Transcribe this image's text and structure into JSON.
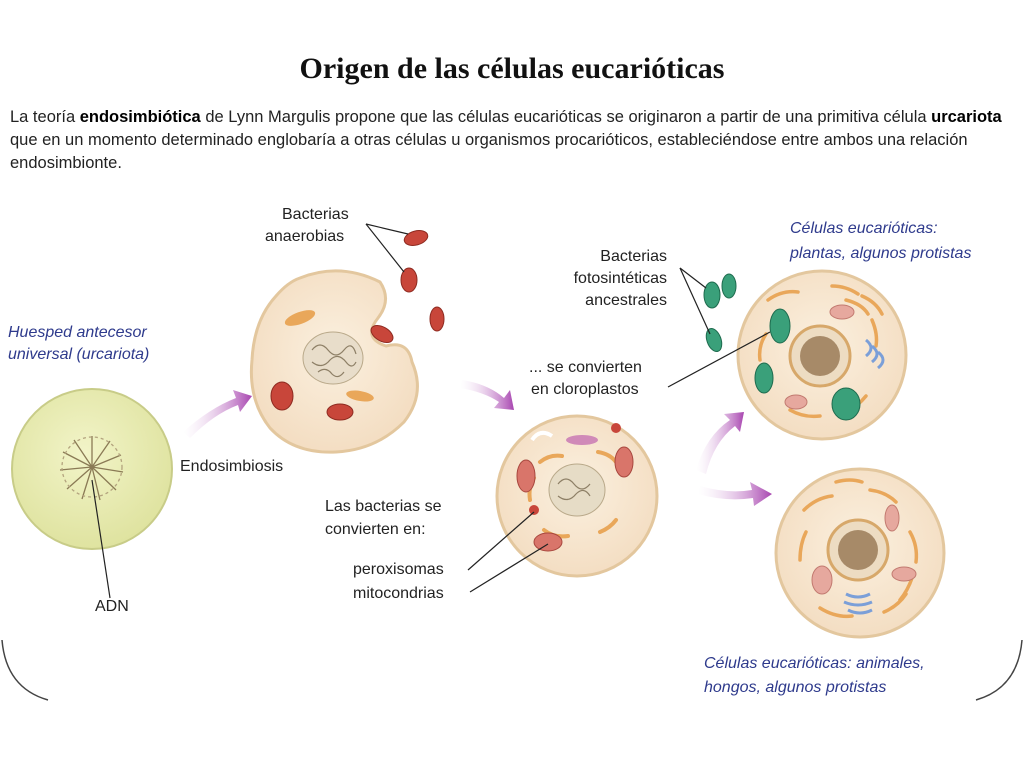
{
  "title": "Origen de las células eucarióticas",
  "intro": {
    "part1": "La teoría ",
    "bold1": "endosimbiótica",
    "part2": " de Lynn Margulis propone que las células eucarióticas se originaron a partir de una primitiva célula ",
    "bold2": "urcariota",
    "part3": " que en un momento determinado englobaría a otras células u organismos procarióticos, estableciéndose entre ambos una relación endosimbionte."
  },
  "labels": {
    "host_line1": "Huesped antecesor",
    "host_line2": "universal (urcariota)",
    "adn": "ADN",
    "anaerobic_line1": "Bacterias",
    "anaerobic_line2": "anaerobias",
    "endosymbiosis": "Endosimbiosis",
    "converted_line1": "Las bacterias se",
    "converted_line2": "convierten en:",
    "peroxisomes": "peroxisomas",
    "mitochondria": "mitocondrias",
    "photo_line1": "Bacterias",
    "photo_line2": "fotosintéticas",
    "photo_line3": "ancestrales",
    "chloro_line1": "... se convierten",
    "chloro_line2": "en cloroplastos",
    "plants_line1": "Células eucarióticas:",
    "plants_line2": "plantas, algunos protistas",
    "animals_line1": "Células eucarióticas: animales,",
    "animals_line2": "hongos, algunos protistas"
  },
  "colors": {
    "host_cell": "#e8ebb0",
    "cell_body": "#f7e6cf",
    "mitochondria": "#c8463a",
    "chloroplast": "#3aa07a",
    "arrow": "#b050b8",
    "label_blue": "#2e3a8c"
  }
}
